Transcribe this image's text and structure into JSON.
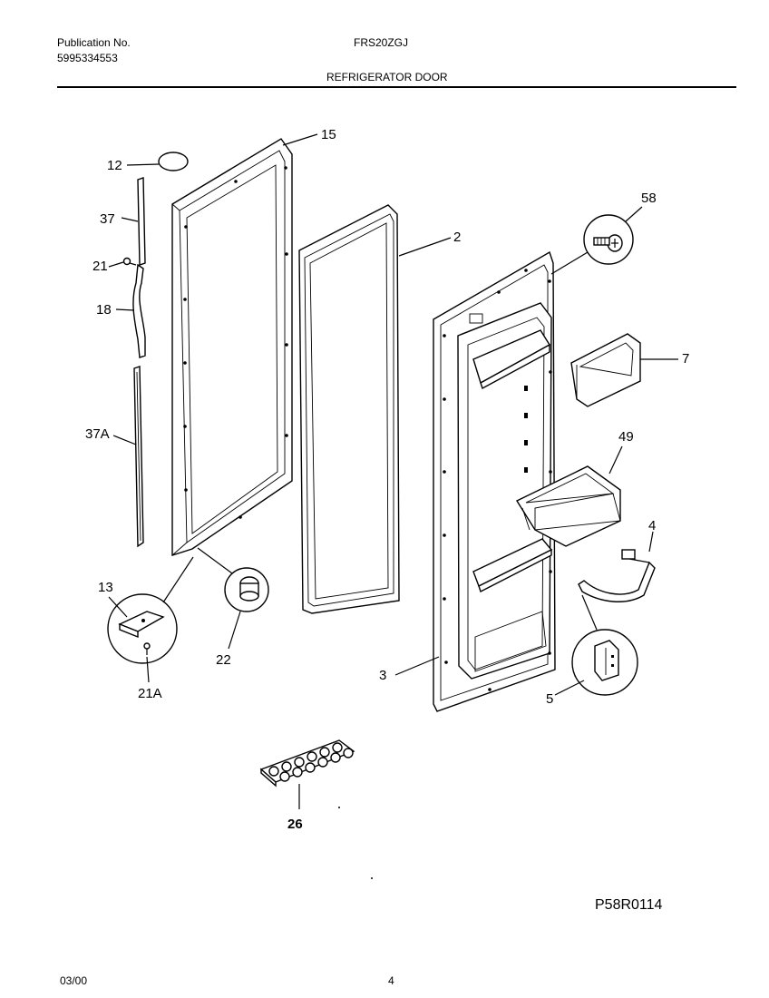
{
  "header": {
    "publication_label": "Publication No.",
    "publication_number": "5995334553",
    "model": "FRS20ZGJ",
    "section_title": "REFRIGERATOR DOOR"
  },
  "callouts": {
    "c12": "12",
    "c15": "15",
    "c37": "37",
    "c21": "21",
    "c18": "18",
    "c37a": "37A",
    "c13": "13",
    "c21a": "21A",
    "c22": "22",
    "c2": "2",
    "c58": "58",
    "c7": "7",
    "c49": "49",
    "c4": "4",
    "c3": "3",
    "c5": "5",
    "c26": "26"
  },
  "drawing_code": "P58R0114",
  "footer": {
    "date": "03/00",
    "page": "4"
  }
}
